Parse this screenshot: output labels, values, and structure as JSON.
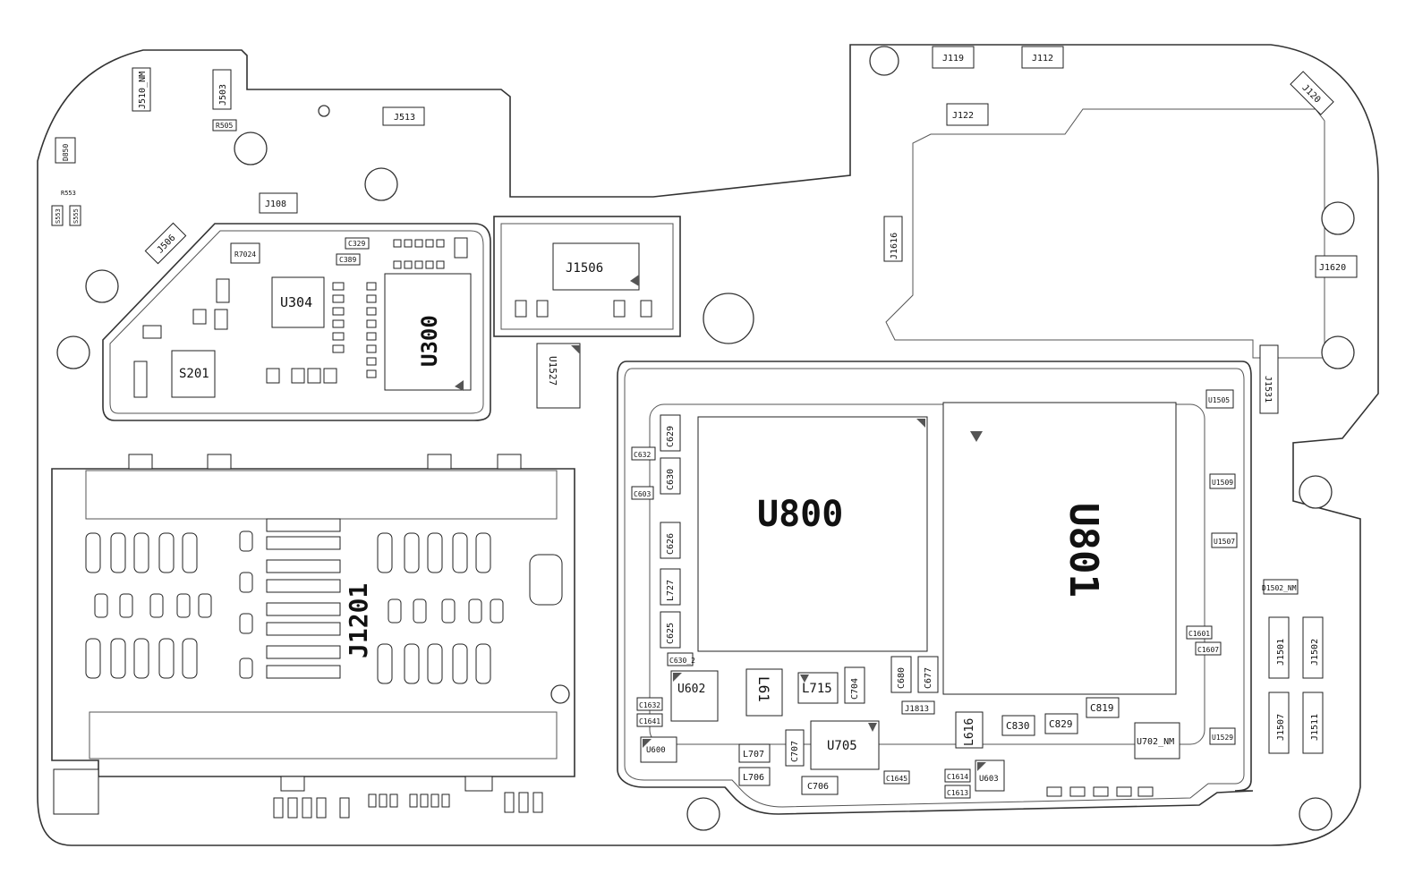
{
  "board": {
    "components": [
      "J510_NM",
      "J503",
      "R505",
      "J513",
      "D850",
      "R553",
      "S553",
      "S555",
      "J108",
      "J506",
      "R7024",
      "C329",
      "C389",
      "U304",
      "U300",
      "S201",
      "J1506",
      "U1527",
      "J119",
      "J112",
      "J120",
      "J122",
      "J1616",
      "J1620",
      "J1531",
      "U800",
      "U801",
      "J1201",
      "C629",
      "C630",
      "C632",
      "C603",
      "C626",
      "L727",
      "C625",
      "C630_2",
      "U602",
      "L61",
      "L715",
      "C704",
      "C680",
      "C677",
      "J1813",
      "L616",
      "C830",
      "C829",
      "C819",
      "U702_NM",
      "U1529",
      "U705",
      "L707",
      "L706",
      "C707",
      "C706",
      "C1645",
      "C1614",
      "C1613",
      "U603",
      "U600",
      "U1505",
      "U1509",
      "U1507",
      "D1502_NM",
      "J1501",
      "J1502",
      "J1507",
      "J1511",
      "C1601",
      "C1607",
      "C1632",
      "C1641"
    ]
  }
}
